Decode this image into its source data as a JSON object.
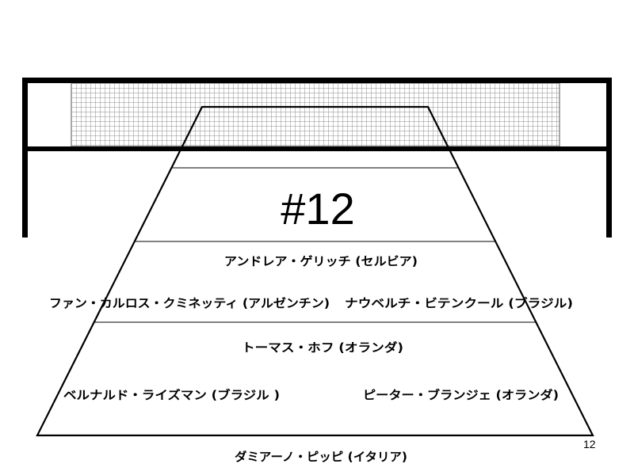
{
  "slide": {
    "heading": "#12",
    "page_number": "12"
  },
  "players": [
    "アンドレア・ゲリッチ (セルビア)",
    "ファン・カルロス・クミネッティ (アルゼンチン)",
    "ナウベルチ・ビテンクール (ブラジル)",
    "トーマス・ホフ (オランダ)",
    "ベルナルド・ライズマン (ブラジル )",
    "ピーター・ブランジェ (オランダ)",
    "ダミアーノ・ピッピ (イタリア)"
  ],
  "colors": {
    "lines": "#000000",
    "net_mesh": "#8c8c8c",
    "background": "#ffffff"
  }
}
